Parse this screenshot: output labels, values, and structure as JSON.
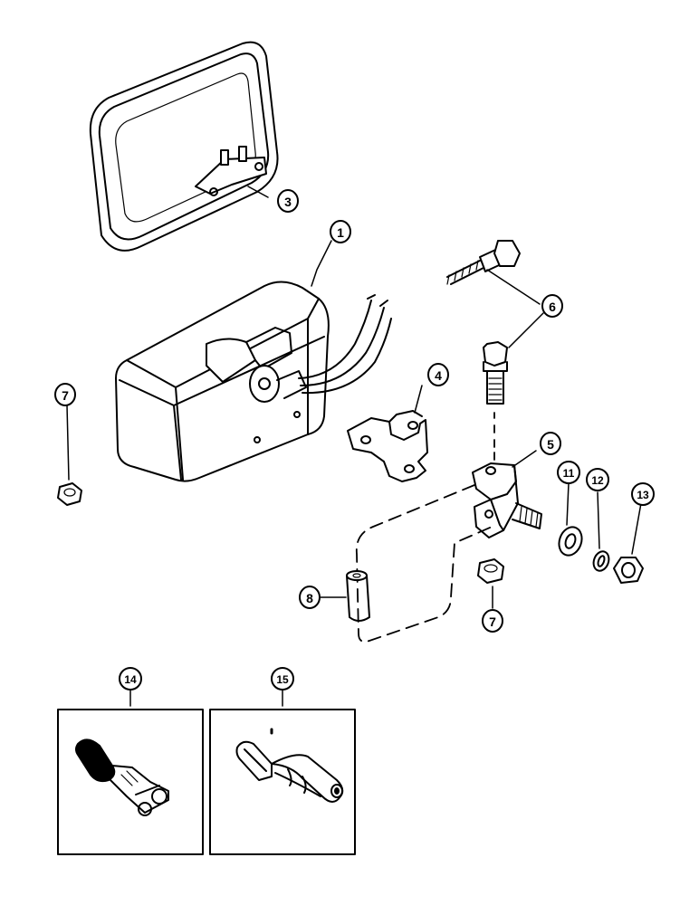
{
  "callouts": {
    "c1": "1",
    "c3": "3",
    "c4": "4",
    "c5": "5",
    "c6": "6",
    "c7a": "7",
    "c7b": "7",
    "c8": "8",
    "c11": "11",
    "c12": "12",
    "c13": "13",
    "c14": "14",
    "c15": "15"
  }
}
